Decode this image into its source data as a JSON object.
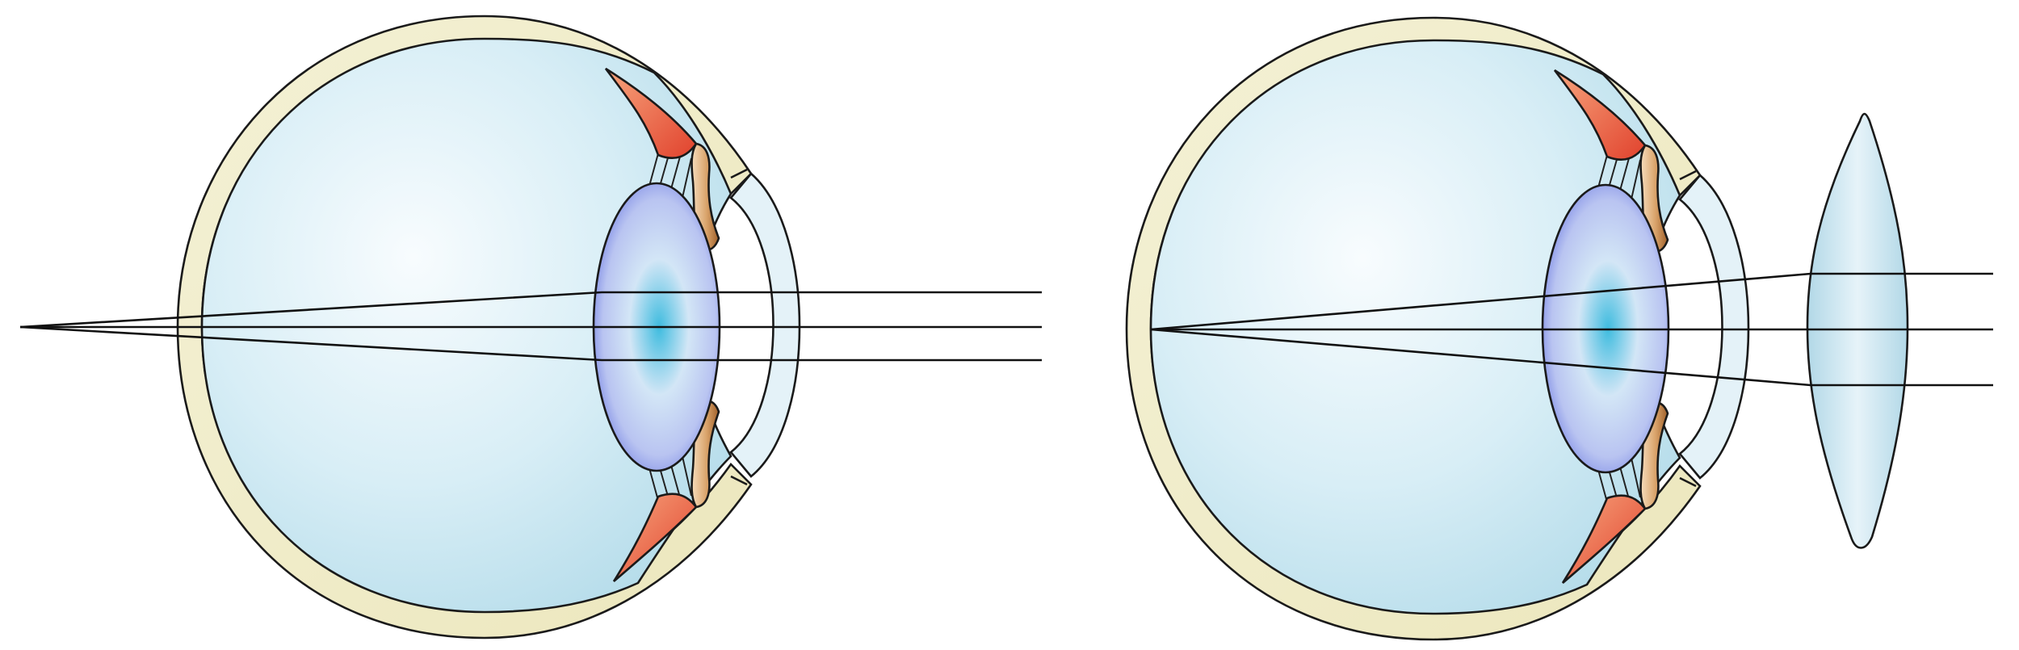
{
  "figure": {
    "panels": [
      {
        "id": "eye-without-lens",
        "corrective_lens": false,
        "ray_count": 3
      },
      {
        "id": "eye-with-convex-lens",
        "corrective_lens": true,
        "ray_count": 3
      }
    ],
    "colors": {
      "background": "#ffffff",
      "sclera": "#f1edc9",
      "vitreous_center": "#f8fcfe",
      "vitreous_edge": "#b5dcea",
      "crystalline_lens_center": "#3fbcdf",
      "crystalline_lens_edge": "#5f6ee0",
      "ciliary_muscle": "#e9573f",
      "iris": "#b9773c",
      "cornea": "#e4f2f8",
      "corrective_lens": "#cde7f1",
      "ray": "#111111"
    }
  }
}
